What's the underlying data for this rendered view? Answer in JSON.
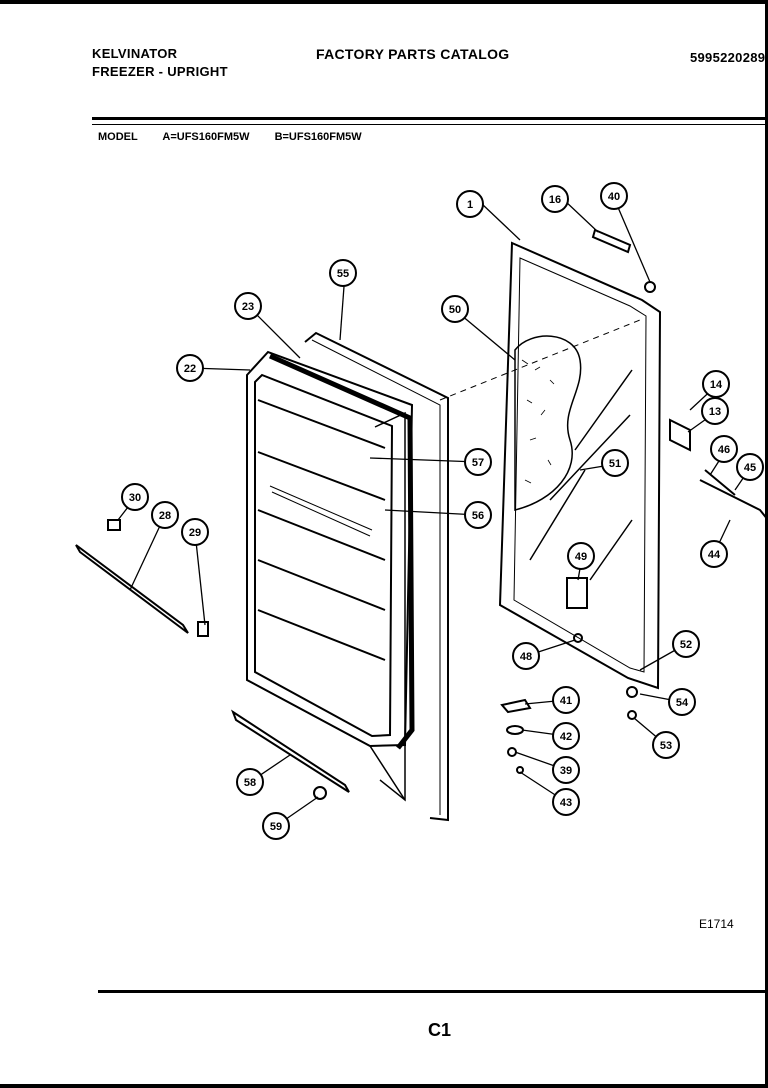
{
  "header": {
    "brand": "KELVINATOR",
    "product": "FREEZER - UPRIGHT",
    "catalog_title": "FACTORY PARTS CATALOG",
    "catalog_number": "5995220289"
  },
  "models": {
    "label": "MODEL",
    "a": "A=UFS160FM5W",
    "b": "B=UFS160FM5W"
  },
  "diagram_ref": "E1714",
  "page_id": "C1",
  "callouts": [
    "1",
    "16",
    "40",
    "55",
    "23",
    "50",
    "22",
    "14",
    "13",
    "46",
    "45",
    "57",
    "51",
    "30",
    "28",
    "29",
    "56",
    "49",
    "44",
    "52",
    "48",
    "41",
    "54",
    "42",
    "53",
    "39",
    "43",
    "58",
    "59"
  ]
}
